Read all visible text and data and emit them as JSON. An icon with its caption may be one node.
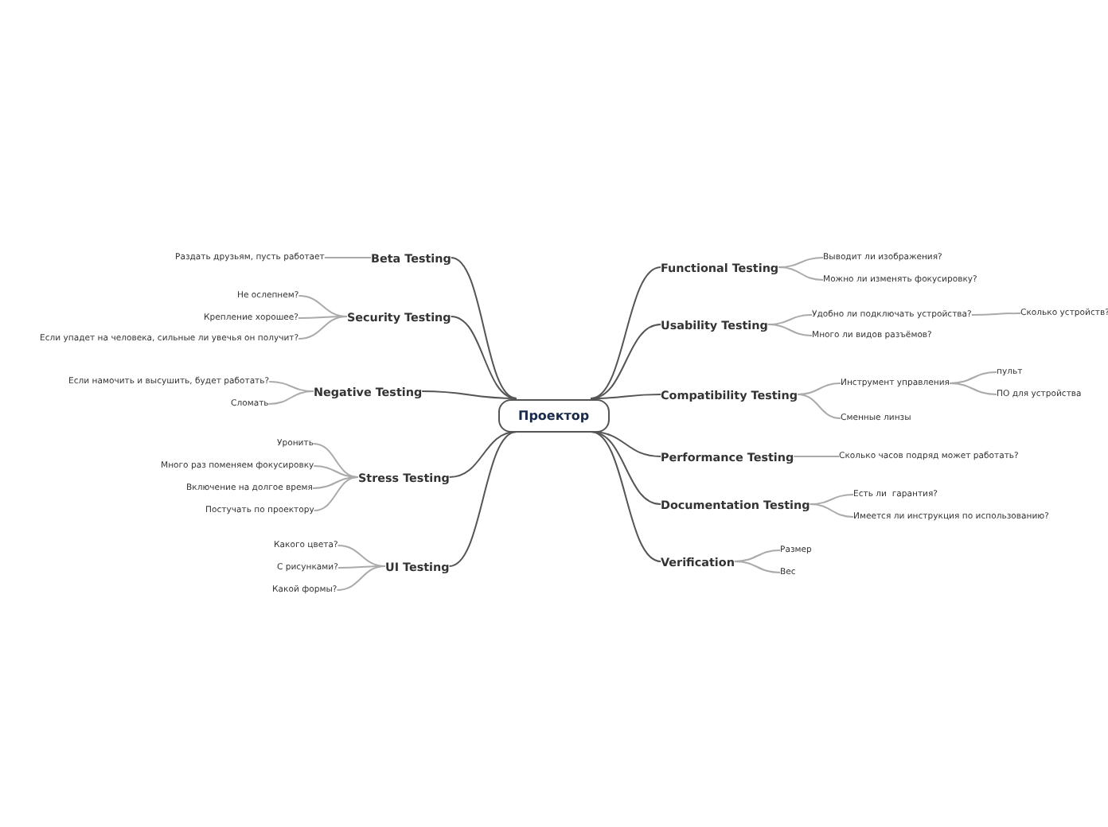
{
  "diagram": {
    "nodes": [
      {
        "text": [
          "Проектор"
        ]
      },
      {
        "text": [
          "Beta Testing"
        ]
      },
      {
        "text": [
          "Раздать друзьям, пусть работает"
        ]
      },
      {
        "text": [
          "Security Testing"
        ]
      },
      {
        "text": [
          "Не ослепнем?"
        ]
      },
      {
        "text": [
          "Крепление хорошее?"
        ]
      },
      {
        "text": [
          "Если упадет на человека, сильные ли увечья он получит?"
        ]
      },
      {
        "text": [
          "Negative Testing"
        ]
      },
      {
        "text": [
          "Если намочить и высушить, будет работать?"
        ]
      },
      {
        "text": [
          "Сломать"
        ]
      },
      {
        "text": [
          "Stress Testing"
        ]
      },
      {
        "text": [
          "Уронить"
        ]
      },
      {
        "text": [
          "Много раз поменяем фокусировку"
        ]
      },
      {
        "text": [
          "Включение на долгое время"
        ]
      },
      {
        "text": [
          "Постучать по проектору"
        ]
      },
      {
        "text": [
          "UI Testing"
        ]
      },
      {
        "text": [
          "Какого цвета?"
        ]
      },
      {
        "text": [
          "С рисунками?"
        ]
      },
      {
        "text": [
          "Какой формы?"
        ]
      },
      {
        "text": [
          "Functional Testing"
        ]
      },
      {
        "text": [
          "Выводит ли изображения?"
        ]
      },
      {
        "text": [
          "Можно ли изменять фокусировку?"
        ]
      },
      {
        "text": [
          "Usability Testing"
        ]
      },
      {
        "text": [
          "Удобно ли подключать устройства?"
        ]
      },
      {
        "text": [
          "Сколько устройств?"
        ]
      },
      {
        "text": [
          "Много ли видов разъёмов?"
        ]
      },
      {
        "text": [
          "Compatibility Testing"
        ]
      },
      {
        "text": [
          "Инструмент управления"
        ]
      },
      {
        "text": [
          "пульт"
        ]
      },
      {
        "text": [
          "ПО для устройства"
        ]
      },
      {
        "text": [
          "Сменные линзы"
        ]
      },
      {
        "text": [
          "Performance Testing"
        ]
      },
      {
        "text": [
          "Сколько часов подряд может работать?"
        ]
      },
      {
        "text": [
          "Documentation Testing"
        ]
      },
      {
        "text": [
          "Есть ли  гарантия?"
        ]
      },
      {
        "text": [
          "Имеется ли инструкция по использованию?"
        ]
      },
      {
        "text": [
          "Verification"
        ]
      },
      {
        "text": [
          "Размер"
        ]
      },
      {
        "text": [
          "Вес"
        ]
      }
    ],
    "edges": [
      {
        "from": 0,
        "to": 1,
        "arrow": "none",
        "color": "#555555"
      },
      {
        "from": 1,
        "to": 2,
        "arrow": "none"
      },
      {
        "from": 0,
        "to": 3,
        "arrow": "none",
        "color": "#555555"
      },
      {
        "from": 3,
        "to": 4,
        "arrow": "none"
      },
      {
        "from": 3,
        "to": 5,
        "arrow": "none"
      },
      {
        "from": 3,
        "to": 6,
        "arrow": "none"
      },
      {
        "from": 0,
        "to": 7,
        "arrow": "none",
        "color": "#555555"
      },
      {
        "from": 7,
        "to": 8,
        "arrow": "none"
      },
      {
        "from": 7,
        "to": 9,
        "arrow": "none"
      },
      {
        "from": 0,
        "to": 10,
        "arrow": "none",
        "color": "#555555"
      },
      {
        "from": 10,
        "to": 11,
        "arrow": "none"
      },
      {
        "from": 10,
        "to": 12,
        "arrow": "none"
      },
      {
        "from": 10,
        "to": 13,
        "arrow": "none"
      },
      {
        "from": 10,
        "to": 14,
        "arrow": "none"
      },
      {
        "from": 0,
        "to": 15,
        "arrow": "none",
        "color": "#555555"
      },
      {
        "from": 15,
        "to": 16,
        "arrow": "none"
      },
      {
        "from": 15,
        "to": 17,
        "arrow": "none"
      },
      {
        "from": 15,
        "to": 18,
        "arrow": "none"
      },
      {
        "from": 0,
        "to": 19,
        "arrow": "none",
        "color": "#555555"
      },
      {
        "from": 19,
        "to": 20,
        "arrow": "none"
      },
      {
        "from": 19,
        "to": 21,
        "arrow": "none"
      },
      {
        "from": 0,
        "to": 22,
        "arrow": "none",
        "color": "#555555"
      },
      {
        "from": 22,
        "to": 23,
        "arrow": "none"
      },
      {
        "from": 23,
        "to": 24,
        "arrow": "none"
      },
      {
        "from": 22,
        "to": 25,
        "arrow": "none"
      },
      {
        "from": 0,
        "to": 26,
        "arrow": "none",
        "color": "#555555"
      },
      {
        "from": 26,
        "to": 27,
        "arrow": "none"
      },
      {
        "from": 27,
        "to": 28,
        "arrow": "none"
      },
      {
        "from": 27,
        "to": 29,
        "arrow": "none"
      },
      {
        "from": 26,
        "to": 30,
        "arrow": "none"
      },
      {
        "from": 0,
        "to": 31,
        "arrow": "none",
        "color": "#555555"
      },
      {
        "from": 31,
        "to": 32,
        "arrow": "none"
      },
      {
        "from": 0,
        "to": 33,
        "arrow": "none",
        "color": "#555555"
      },
      {
        "from": 33,
        "to": 34,
        "arrow": "none"
      },
      {
        "from": 33,
        "to": 35,
        "arrow": "none"
      },
      {
        "from": 0,
        "to": 36,
        "arrow": "none",
        "color": "#555555"
      },
      {
        "from": 36,
        "to": 37,
        "arrow": "none"
      },
      {
        "from": 36,
        "to": 38,
        "arrow": "none"
      }
    ]
  }
}
